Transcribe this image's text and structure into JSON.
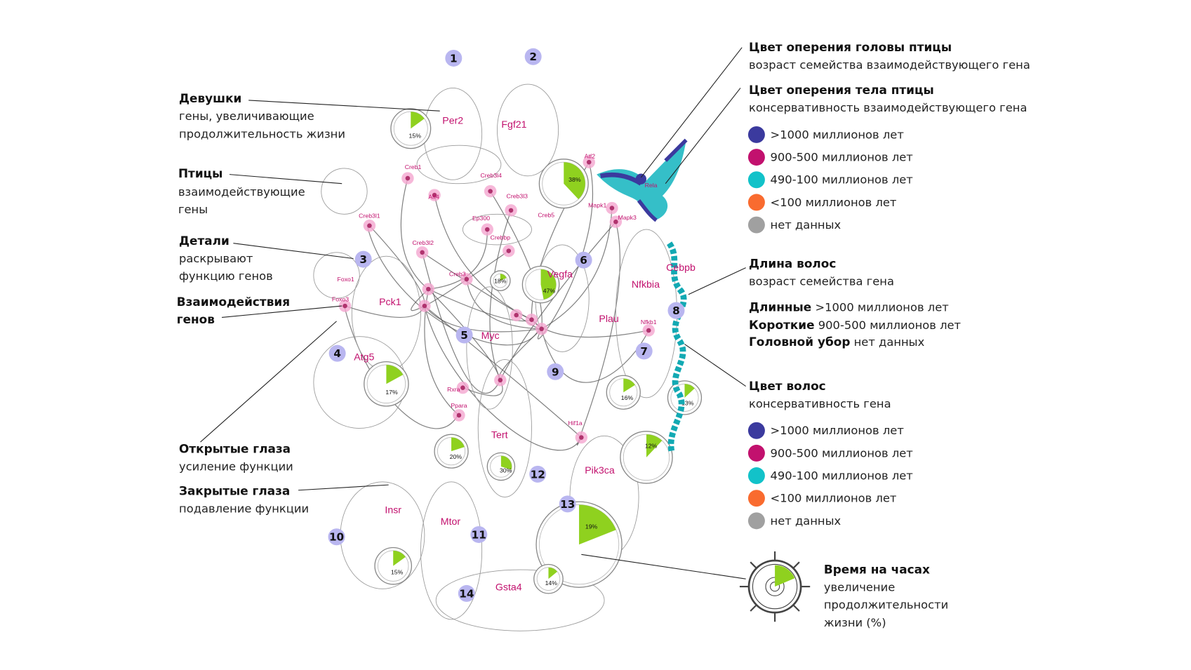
{
  "left_legend": [
    {
      "title": "Девушки",
      "lines": [
        "гены, увеличивающие",
        "продолжительность жизни"
      ]
    },
    {
      "title": "Птицы",
      "lines": [
        "взаимодействующие",
        "гены"
      ]
    },
    {
      "title": "Детали",
      "lines": [
        "раскрывают",
        "функцию генов"
      ]
    },
    {
      "title": "Взаимодействия",
      "lines": [
        "генов"
      ]
    },
    {
      "title": "Открытые глаза",
      "lines": [
        "усиление функции"
      ]
    },
    {
      "title": "Закрытые глаза",
      "lines": [
        "подавление функции"
      ]
    }
  ],
  "right_legend": {
    "bird_head": {
      "title": "Цвет оперения головы птицы",
      "subtitle": "возраст семейства взаимодействующего гена"
    },
    "bird_body": {
      "title": "Цвет оперения тела птицы",
      "subtitle": "консервативность взаимодействующего гена"
    },
    "bird_scale": [
      {
        "label": ">1000 миллионов лет",
        "color": "#3b3a9e"
      },
      {
        "label": "900-500 миллионов лет",
        "color": "#c2116e"
      },
      {
        "label": "490-100 миллионов лет",
        "color": "#12c2c9"
      },
      {
        "label": "<100 миллионов лет",
        "color": "#f96b2f"
      },
      {
        "label": "нет данных",
        "color": "#a0a0a0"
      }
    ],
    "hair_length": {
      "title": "Длина волос",
      "subtitle": "возраст семейства гена",
      "rows": [
        {
          "bold": "Длинные",
          "text": ">1000 миллионов лет"
        },
        {
          "bold": "Короткие",
          "text": "900-500 миллионов лет"
        },
        {
          "bold": "Головной убор",
          "text": "нет данных"
        }
      ]
    },
    "hair_color": {
      "title": "Цвет волос",
      "subtitle": "консервативность гена"
    },
    "hair_scale": [
      {
        "label": ">1000 миллионов лет",
        "color": "#3b3a9e"
      },
      {
        "label": "900-500 миллионов лет",
        "color": "#c2116e"
      },
      {
        "label": "490-100 миллионов лет",
        "color": "#12c2c9"
      },
      {
        "label": "<100 миллионов лет",
        "color": "#f96b2f"
      },
      {
        "label": "нет данных",
        "color": "#a0a0a0"
      }
    ],
    "clock": {
      "title": "Время на часах",
      "lines": [
        "увеличение",
        "продолжительности",
        "жизни (%)"
      ]
    }
  },
  "colors": {
    "gene": "#c2116e",
    "number_badge": "#b9b6f0",
    "clock_fill": "#8fd11f",
    "interaction": "#f4a6d0"
  },
  "genes_main": [
    "Per2",
    "Fgf21",
    "Pck1",
    "Myc",
    "Vegfa",
    "Nfkbia",
    "Plau",
    "Cebpb",
    "Atg5",
    "Tert",
    "Pik3ca",
    "Insr",
    "Mtor",
    "Gsta4"
  ],
  "genes_birds": [
    "Creb1",
    "Creb3l4",
    "Atf2",
    "Rela",
    "Atf4",
    "Creb3l3",
    "Creb3l1",
    "Ep300",
    "Creb5",
    "Mapk1",
    "Mapk3",
    "Creb3l2",
    "Crebbp",
    "Foxo1",
    "Creb3",
    "Foxo3",
    "Nfkb1",
    "Rxra",
    "Ppara",
    "Hif1a"
  ],
  "numbers": [
    "1",
    "2",
    "3",
    "4",
    "5",
    "6",
    "7",
    "8",
    "9",
    "10",
    "11",
    "12",
    "13",
    "14"
  ],
  "clocks": [
    {
      "value": 15,
      "label": "15%"
    },
    {
      "value": 38,
      "label": "38%"
    },
    {
      "value": 18,
      "label": "18%"
    },
    {
      "value": 47,
      "label": "47%"
    },
    {
      "value": 17,
      "label": "17%"
    },
    {
      "value": 16,
      "label": "16%"
    },
    {
      "value": 13,
      "label": "13%"
    },
    {
      "value": 20,
      "label": "20%"
    },
    {
      "value": 30,
      "label": "30%"
    },
    {
      "value": 12,
      "label": "12%"
    },
    {
      "value": 19,
      "label": "19%"
    },
    {
      "value": 15,
      "label": "15%"
    },
    {
      "value": 14,
      "label": "14%"
    }
  ]
}
